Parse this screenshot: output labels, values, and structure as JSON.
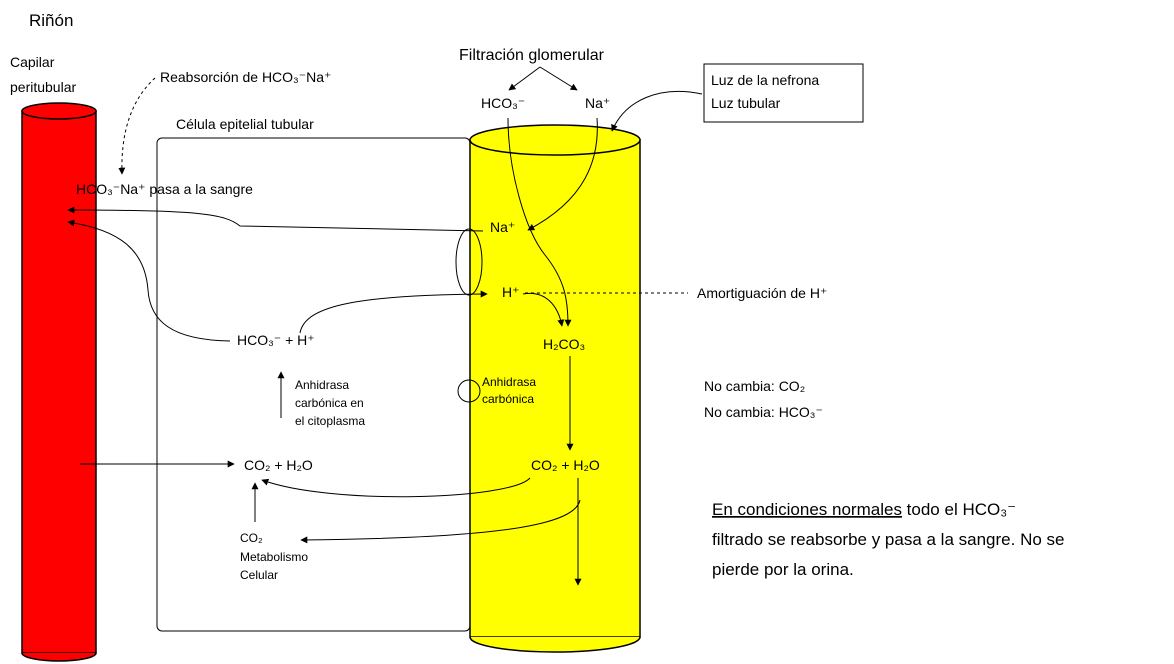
{
  "title": "Riñón",
  "capillary": {
    "label_line1": "Capilar",
    "label_line2": "peritubular",
    "color": "#ff0000"
  },
  "reabsorption_label": "Reabsorción de HCO₃⁻Na⁺",
  "cell_label": "Célula epitelial tubular",
  "blood_pass_label": "HCO₃⁻Na⁺ pasa a la sangre",
  "filtration": {
    "title": "Filtración glomerular",
    "hco3": "HCO₃⁻",
    "na": "Na⁺"
  },
  "lumen_box": {
    "line1": "Luz de la nefrona",
    "line2": "Luz tubular"
  },
  "tubule": {
    "color": "#ffff00"
  },
  "tubule_na": "Na⁺",
  "tubule_h": "H⁺",
  "buffering_label": "Amortiguación de H⁺",
  "h2co3": "H₂CO₃",
  "enzyme_tubule": {
    "line1": "Anhidrasa",
    "line2": "carbónica"
  },
  "tubule_co2_h2o": "CO₂ + H₂O",
  "cell_hco3_h": "HCO₃⁻ + H⁺",
  "cell_enzyme": {
    "line1": "Anhidrasa",
    "line2": "carbónica en",
    "line3": "el citoplasma"
  },
  "cell_co2_h2o": "CO₂ + H₂O",
  "metabolism": {
    "line1": "CO₂",
    "line2": "Metabolismo",
    "line3": "Celular"
  },
  "no_change": {
    "line1": "No cambia: CO₂",
    "line2": "No cambia: HCO₃⁻"
  },
  "note": {
    "underlined": "En condiciones normales",
    "line1_rest": " todo el HCO₃⁻",
    "line2": "filtrado se reabsorbe y pasa a la sangre. No se",
    "line3": "pierde por la orina."
  }
}
